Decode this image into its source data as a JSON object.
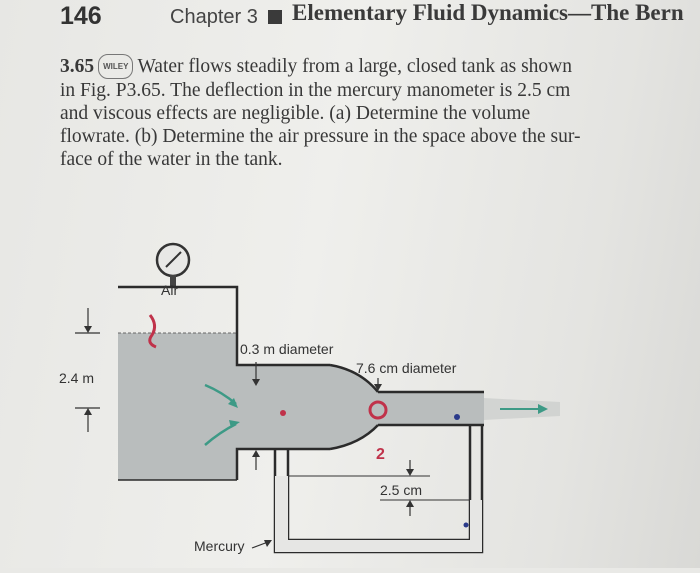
{
  "header": {
    "page_number": "146",
    "chapter": "Chapter 3",
    "section_title": "Elementary Fluid Dynamics—The Bern"
  },
  "problem": {
    "number": "3.65",
    "badge": "WILEY",
    "text_lines": [
      "Water flows steadily from a large, closed tank as shown",
      "in Fig. P3.65. The deflection in the mercury manometer is 2.5 cm",
      "and viscous effects are negligible. (a) Determine the volume",
      "flowrate. (b) Determine the air pressure in the space above the sur-",
      "face of the water in the tank."
    ]
  },
  "figure": {
    "air_label": "Air",
    "height_label": "2.4 m",
    "large_diameter_label": "0.3 m diameter",
    "small_diameter_label": "7.6 cm diameter",
    "deflection_label": "2.5 cm",
    "mercury_label": "Mercury",
    "handwritten_mark": "2"
  },
  "colors": {
    "water": "#b9bdbd",
    "tank_line": "#2b2b2b",
    "arrow": "#3d9a86",
    "ink_red": "#c0324a"
  }
}
